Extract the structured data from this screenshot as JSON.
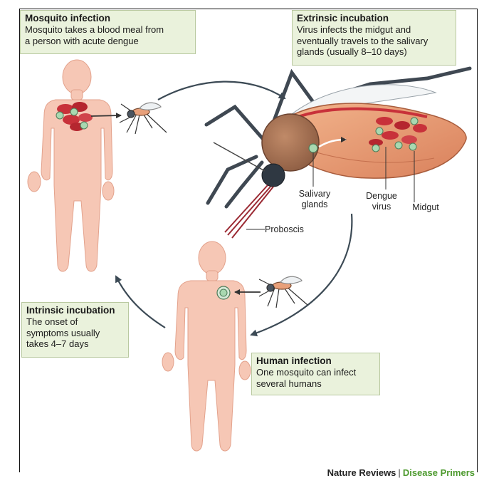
{
  "boxes": {
    "mosquito_infection": {
      "title": "Mosquito infection",
      "line1": "Mosquito takes a blood meal from",
      "line2": "a person with acute dengue"
    },
    "extrinsic_incubation": {
      "title": "Extrinsic incubation",
      "line1": "Virus infects the midgut and",
      "line2": "eventually travels to the salivary",
      "line3": "glands (usually 8–10 days)"
    },
    "intrinsic_incubation": {
      "title": "Intrinsic incubation",
      "line1": "The onset of",
      "line2": "symptoms usually",
      "line3": "takes 4–7 days"
    },
    "human_infection": {
      "title": "Human infection",
      "line1": "One mosquito can infect",
      "line2": "several humans"
    }
  },
  "labels": {
    "salivary_1": "Salivary",
    "salivary_2": "glands",
    "dengue_1": "Dengue",
    "dengue_2": "virus",
    "midgut": "Midgut",
    "proboscis": "Proboscis"
  },
  "credit": {
    "journal": "Nature Reviews",
    "separator": "|",
    "series": "Disease Primers"
  },
  "colors": {
    "skin": "#f6c7b5",
    "skin_edge": "#e3a28c",
    "box_fill": "#eaf2dc",
    "arrow": "#3c4a55",
    "mosquito_body": "#4b5560",
    "abdomen": "#e8a07a",
    "blood": "#c8313a",
    "virus": "#a9d8b0",
    "accent_green": "#4d9a2e"
  }
}
